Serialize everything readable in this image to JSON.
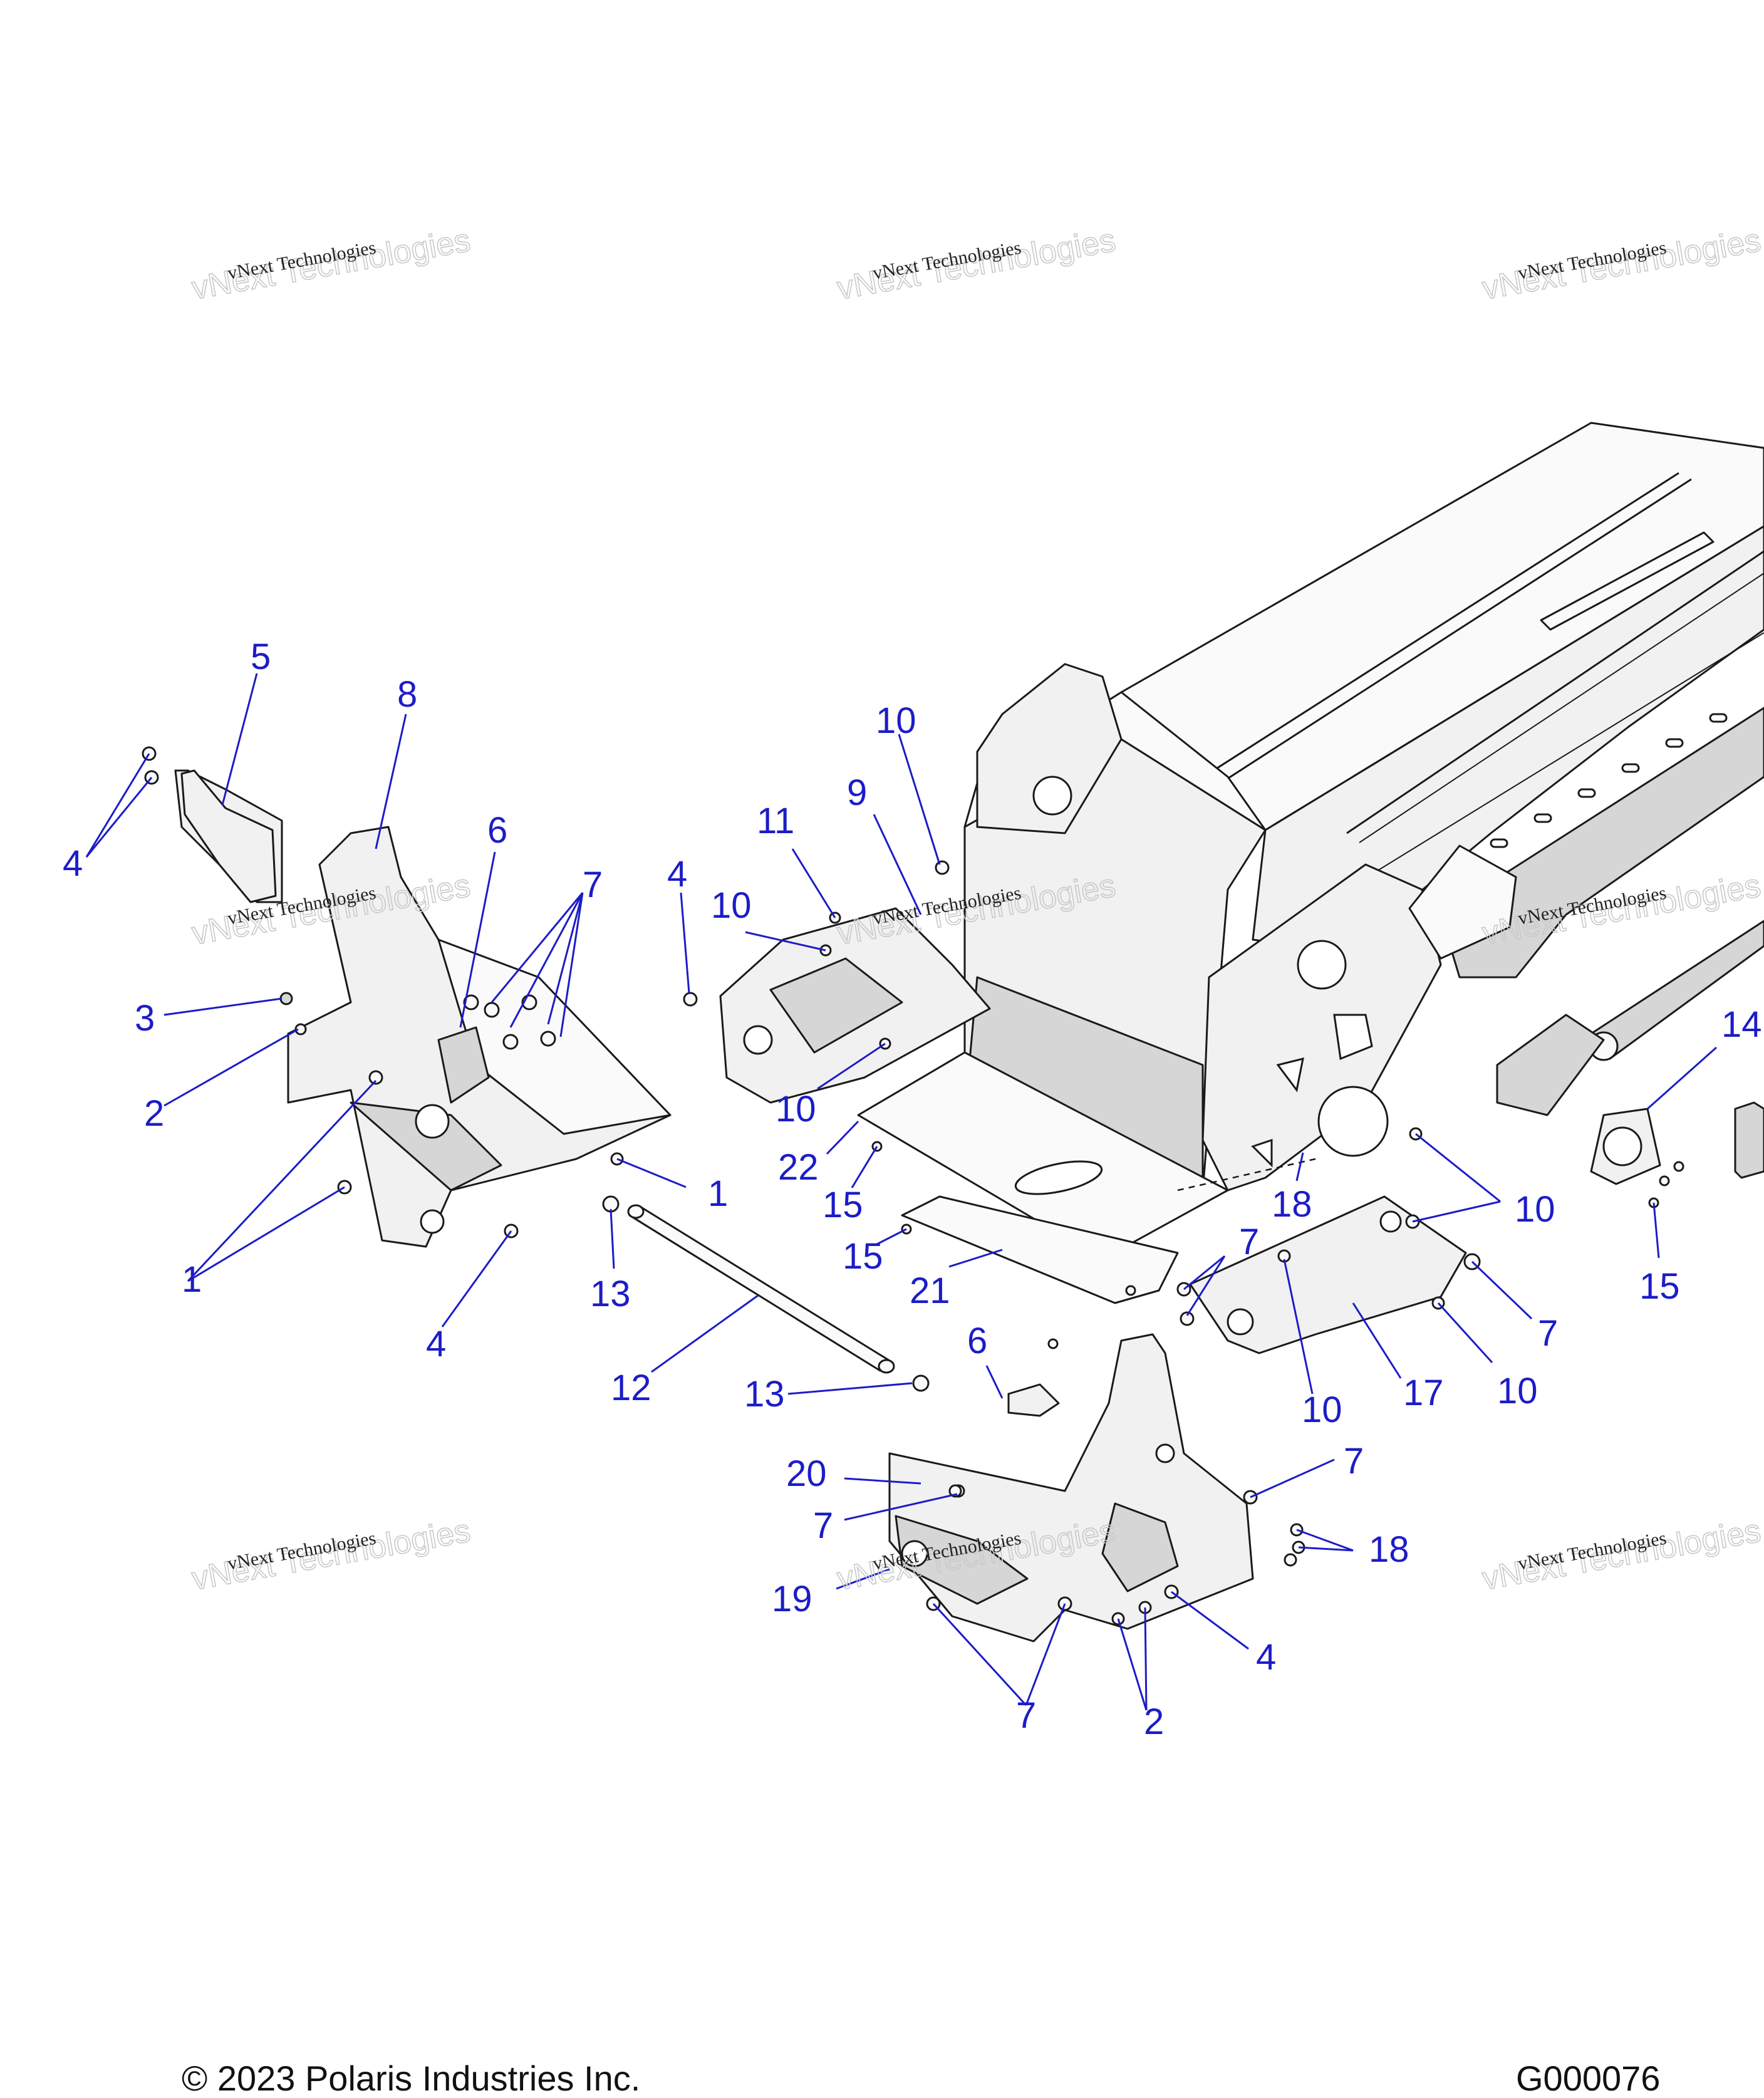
{
  "callouts": [
    {
      "id": "c5",
      "text": "5"
    },
    {
      "id": "c8",
      "text": "8"
    },
    {
      "id": "c4a",
      "text": "4"
    },
    {
      "id": "c6a",
      "text": "6"
    },
    {
      "id": "c7a",
      "text": "7"
    },
    {
      "id": "c4b",
      "text": "4"
    },
    {
      "id": "c3",
      "text": "3"
    },
    {
      "id": "c2a",
      "text": "2"
    },
    {
      "id": "c1a",
      "text": "1"
    },
    {
      "id": "c1b",
      "text": "1"
    },
    {
      "id": "c4c",
      "text": "4"
    },
    {
      "id": "c13a",
      "text": "13"
    },
    {
      "id": "c12",
      "text": "12"
    },
    {
      "id": "c13b",
      "text": "13"
    },
    {
      "id": "c10a",
      "text": "10"
    },
    {
      "id": "c11",
      "text": "11"
    },
    {
      "id": "c9",
      "text": "9"
    },
    {
      "id": "c10b",
      "text": "10"
    },
    {
      "id": "c10c",
      "text": "10"
    },
    {
      "id": "c22",
      "text": "22"
    },
    {
      "id": "c15a",
      "text": "15"
    },
    {
      "id": "c15b",
      "text": "15"
    },
    {
      "id": "c21",
      "text": "21"
    },
    {
      "id": "c18a",
      "text": "18"
    },
    {
      "id": "c10d",
      "text": "10"
    },
    {
      "id": "c7b",
      "text": "7"
    },
    {
      "id": "c7c",
      "text": "7"
    },
    {
      "id": "c10e",
      "text": "10"
    },
    {
      "id": "c17",
      "text": "17"
    },
    {
      "id": "c10f",
      "text": "10"
    },
    {
      "id": "c14",
      "text": "14"
    },
    {
      "id": "c15c",
      "text": "15"
    },
    {
      "id": "c6b",
      "text": "6"
    },
    {
      "id": "c20",
      "text": "20"
    },
    {
      "id": "c7d",
      "text": "7"
    },
    {
      "id": "c7e",
      "text": "7"
    },
    {
      "id": "c18b",
      "text": "18"
    },
    {
      "id": "c19",
      "text": "19"
    },
    {
      "id": "c4d",
      "text": "4"
    },
    {
      "id": "c7f",
      "text": "7"
    },
    {
      "id": "c2b",
      "text": "2"
    }
  ],
  "watermark": {
    "line1": "vNext Technologies",
    "line2": "vNext Technologies"
  },
  "footer": {
    "copyright": "© 2023 Polaris Industries Inc.",
    "figure_id": "G000076"
  },
  "colors": {
    "callout": "#1c1cc8",
    "line": "#1a1a1a",
    "part_fill": "#f1f1f1",
    "part_shade": "#d6d6d6"
  }
}
